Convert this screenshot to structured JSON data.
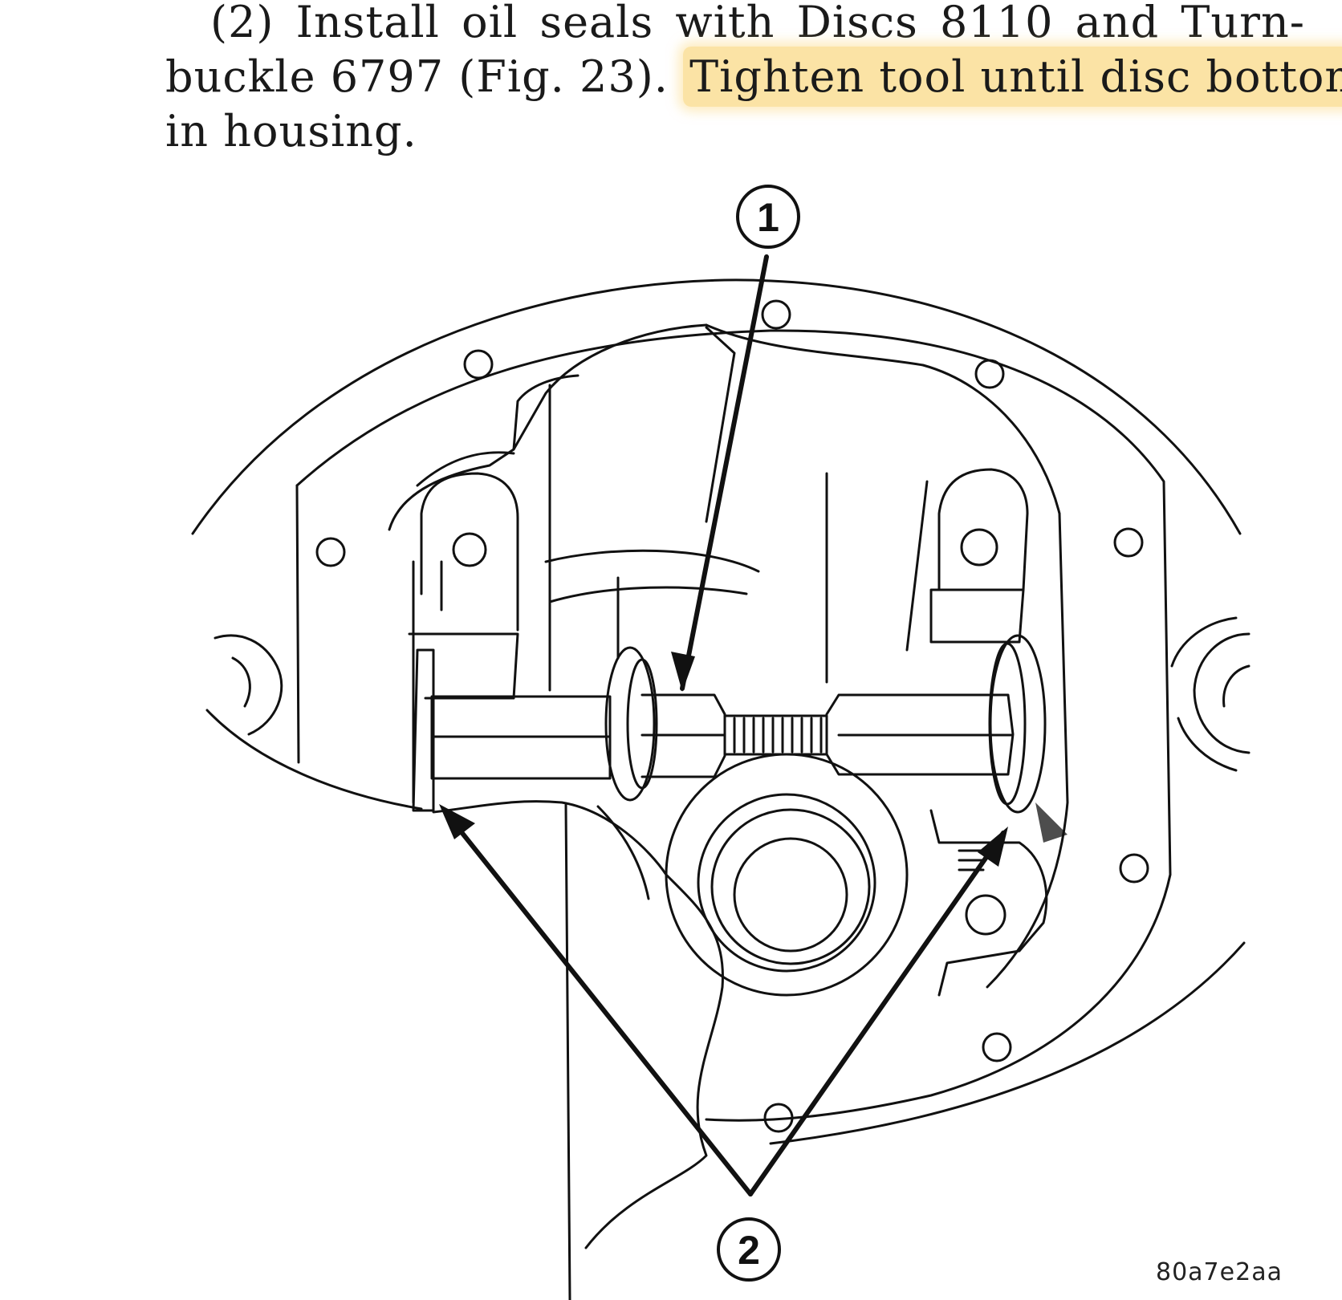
{
  "instruction": {
    "line1": "(2) Install oil seals with Discs 8110 and Turn-",
    "line2_plain": "buckle 6797 (Fig. 23). ",
    "line2_highlight": "Tighten tool until disc bottoms",
    "line3": "in housing."
  },
  "figure": {
    "callout_1": "1",
    "callout_2": "2",
    "figure_id": "80a7e2aa"
  },
  "colors": {
    "highlight": "#fbe3a5",
    "ink": "#111111"
  }
}
